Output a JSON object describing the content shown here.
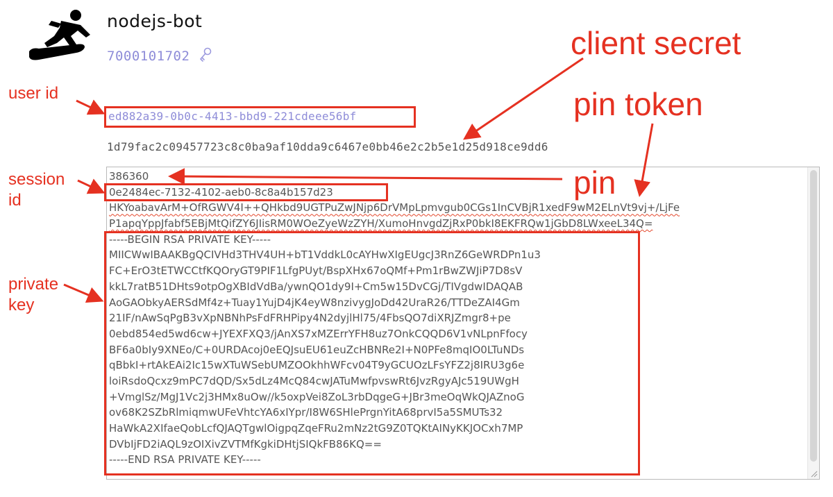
{
  "profile": {
    "name": "nodejs-bot",
    "number": "7000101702"
  },
  "user_id": "ed882a39-0b0c-4413-bbd9-221cdeee56bf",
  "client_secret": "1d79fac2c09457723c8c0ba9af10dda9c6467e0bb46e2c2b5e1d25d918ce9dd6",
  "keystore_lines": [
    "386360",
    "0e2484ec-7132-4102-aeb0-8c8a4b157d23",
    "HKYoabavArM+OfRGWV4I++QHkbd9UGTPuZwJNjp6DrVMpLpmvgub0CGs1InCVBjR1xedF9wM2ELnVt9vj+/LjFe",
    "P1apqYppJfabf5EBjMtQifZY6JIisRM0WOeZyeWzZYH/XumoHnvgdZjRxP0bkI8EKFRQw1jGbD8LWxeeL34Q=",
    "-----BEGIN RSA PRIVATE KEY-----",
    "MIICWwIBAAKBgQCIVHd3THV4UH+bT1VddkL0cAYHwXIgEUgcJ3RnZ6GeWRDPn1u3",
    "FC+ErO3tETWCCtfKQOryGT9PIF1LfgPUyt/BspXHx67oQMf+Pm1rBwZWJiP7D8sV",
    "kkL7ratB51DHts9otpOgXBIdVdBa/ywnQO1dy9I+Cm5w15DvCGj/TIVgdwIDAQAB",
    "AoGAObkyAERSdMf4z+Tuay1YujD4jK4eyW8nzivygJoDd42UraR26/TTDeZAI4Gm",
    "21IF/nAwSqPgB3vXpNBNhPsFdFRHPipy4N2dyjlHl75/4FbsQO7diXRJZmgr8+pe",
    "0ebd854ed5wd6cw+JYEXFXQ3/jAnXS7xMZErrYFH8uz7OnkCQQD6V1vNLpnFfocy",
    "BF6a0bIy9XNEo/C+0URDAcoj0eEQJsuEU61euZcHBNRe2I+N0PFe8mqIO0LTuNDs",
    "qBbkI+rtAkEAi2Ic15wXTuWSebUMZOOkhhWFcv04T9yGCUOzLFsYFZ2j8IRU3g6e",
    "loiRsdoQcxz9mPC7dQD/Sx5dLz4McQ84cwJATuMwfpvswRt6JvzRgyAJc519UWgH",
    "+VmglSz/MgJ1Vc2j3HMx8uOw//k5oxpVei8ZoL3rbDqgeG+JBr3meOqWkQJAZnoG",
    "ov68K2SZbRlmiqmwUFeVhtcYA6xIYpr/I8W6SHlePrgnYitA68prvI5a5SMUTs32",
    "HaWkA2XIfaeQobLcfQJAQTgwlOigpqZqeFRu2mNz2tG9Z0TQKtAINyKKJOCxh7MP",
    "DVbIjFD2iAQL9zOIXivZVTMfKgkiDHtjSIQkFB86KQ==",
    "-----END RSA PRIVATE KEY-----"
  ],
  "annotations": {
    "user_id": "user id",
    "session_id_line1": "session",
    "session_id_line2": "id",
    "private_key_line1": "private",
    "private_key_line2": "key",
    "client_secret": "client secret",
    "pin_token": "pin token",
    "pin": "pin"
  },
  "colors": {
    "annotation": "#e53121",
    "link_text": "#8e8cd8",
    "body_text": "#555555"
  }
}
